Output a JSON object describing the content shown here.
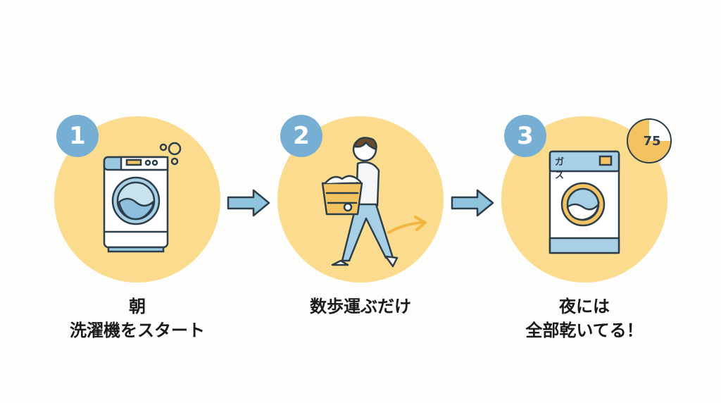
{
  "steps": [
    {
      "number": "1",
      "caption_line1": "朝",
      "caption_line2": "洗濯機をスタート"
    },
    {
      "number": "2",
      "caption_line1": "数歩運ぶだけ",
      "caption_line2": ""
    },
    {
      "number": "3",
      "caption_line1": "夜には",
      "caption_line2": "全部乾いてる！",
      "dryer_label": "ガス",
      "timer_value": "75"
    }
  ],
  "colors": {
    "circle": "#fbdc8e",
    "badge": "#77afd4",
    "arrow": "#8fc3de",
    "outline": "#2c3e4a"
  }
}
